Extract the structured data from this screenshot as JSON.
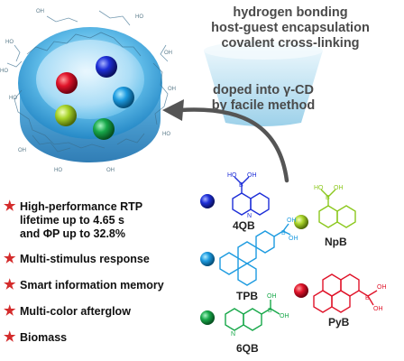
{
  "mechanisms": [
    "hydrogen bonding",
    "host-guest encapsulation",
    "covalent cross-linking"
  ],
  "doping": [
    "doped into γ-CD",
    "by facile method"
  ],
  "features": [
    {
      "lines": [
        "High-performance RTP",
        "lifetime up to 4.65 s",
        "and ΦP up to 32.8%"
      ]
    },
    {
      "lines": [
        "Multi-stimulus response"
      ]
    },
    {
      "lines": [
        "Smart information memory"
      ]
    },
    {
      "lines": [
        "Multi-color afterglow"
      ]
    },
    {
      "lines": [
        "Biomass"
      ]
    }
  ],
  "molecules": [
    {
      "name": "4QB",
      "color": "#1e2fd8"
    },
    {
      "name": "NpB",
      "color": "#8cc81e"
    },
    {
      "name": "TPB",
      "color": "#1d9be0"
    },
    {
      "name": "PyB",
      "color": "#e0142a"
    },
    {
      "name": "6QB",
      "color": "#18a84a"
    }
  ],
  "atoms": {
    "B": "B",
    "HO": "HO",
    "OH": "OH",
    "N": "N"
  },
  "colors": {
    "star": "#d42b2b",
    "arrow": "#555555",
    "cd": "#3aa6df"
  }
}
